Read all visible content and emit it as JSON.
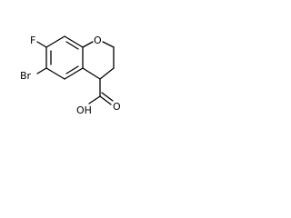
{
  "molecule": {
    "atoms": {
      "fluorine": "F",
      "bromine": "Br",
      "ring_oxygen": "O",
      "acid_group": "OH",
      "acid_carbonyl_oxygen": "O"
    }
  }
}
